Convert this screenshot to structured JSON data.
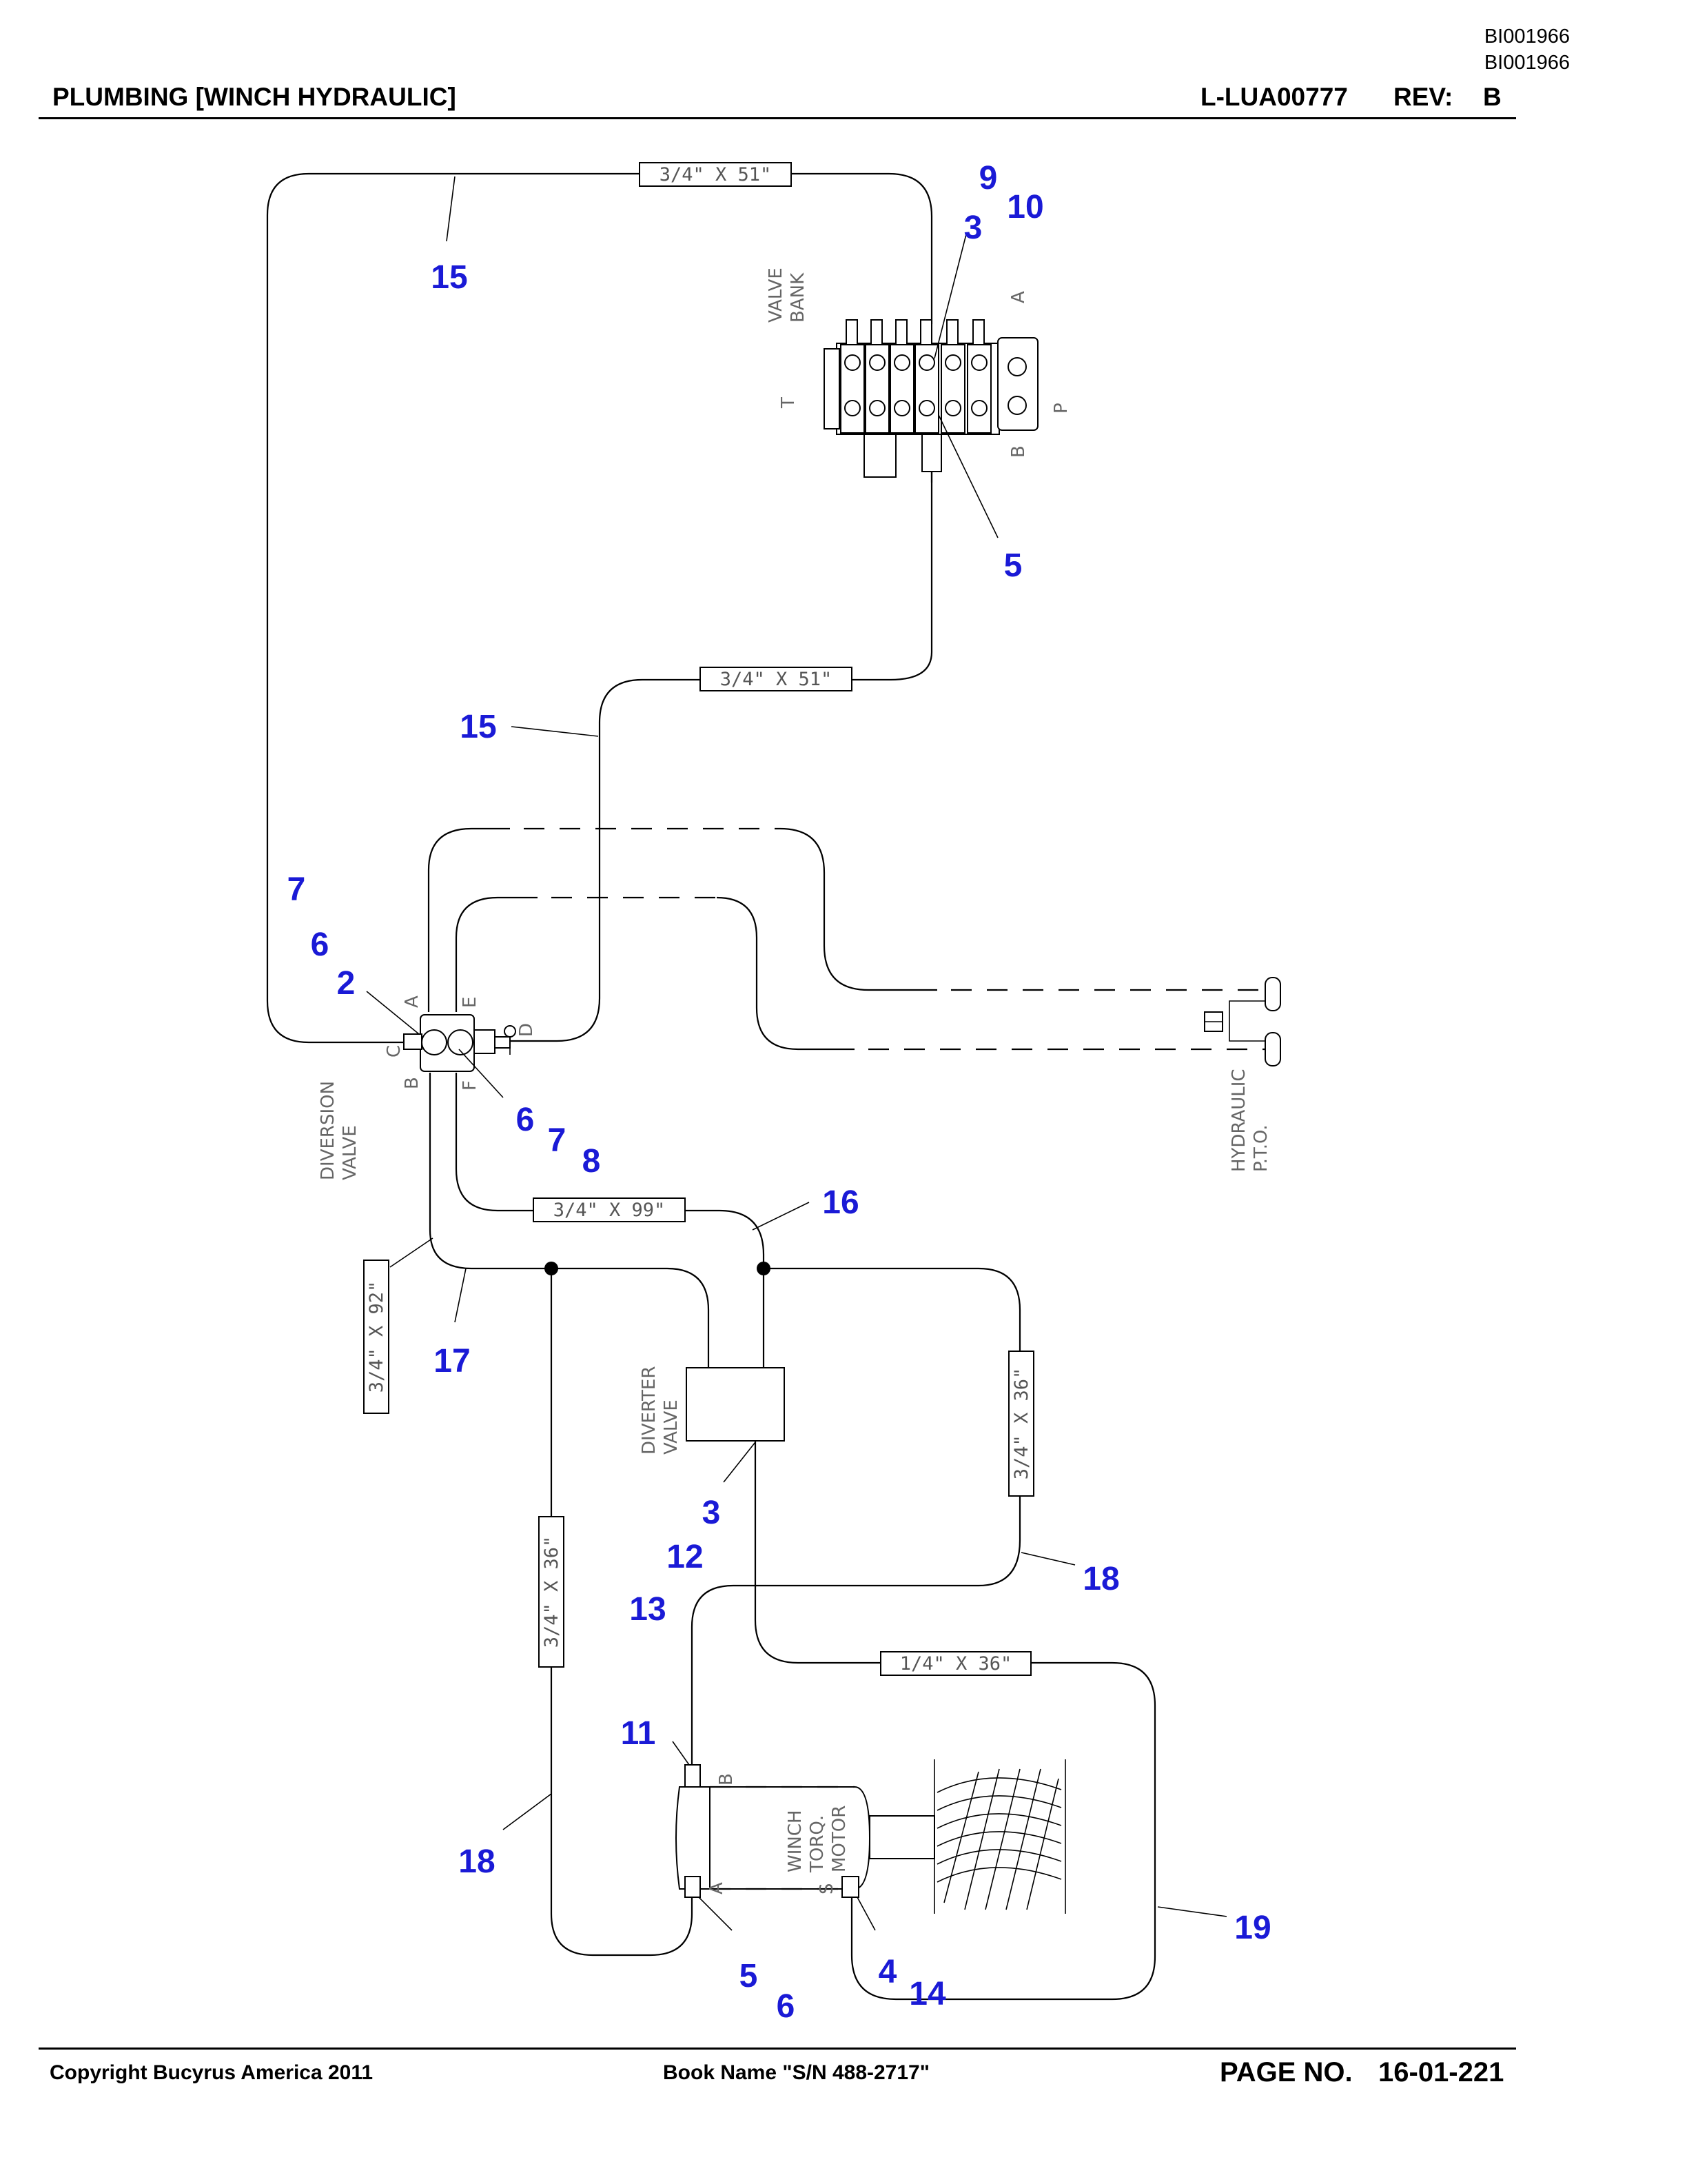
{
  "header": {
    "doc_ids": [
      "BI001966",
      "BI001966"
    ],
    "title": "PLUMBING [WINCH HYDRAULIC]",
    "drawing_no": "L-LUA00777",
    "rev_label": "REV:",
    "rev_value": "B"
  },
  "footer": {
    "copyright": "Copyright Bucyrus America 2011",
    "book_name": "Book Name \"S/N 488-2717\"",
    "page_label": "PAGE NO.",
    "page_value": "16-01-221"
  },
  "hoses": {
    "h1": "3/4\" X 51\"",
    "h2": "3/4\" X 51\"",
    "h3": "3/4\" X 99\"",
    "h4": "3/4\" X 92\"",
    "h5": "3/4\" X 36\"",
    "h6": "3/4\" X 36\"",
    "h7": "1/4\" X 36\""
  },
  "components": {
    "valve_bank_1": "VALVE",
    "valve_bank_2": "BANK",
    "diversion_1": "DIVERSION",
    "diversion_2": "VALVE",
    "diverter_1": "DIVERTER",
    "diverter_2": "VALVE",
    "pto_1": "HYDRAULIC",
    "pto_2": "P.T.O.",
    "motor_1": "WINCH",
    "motor_2": "TORQ.",
    "motor_3": "MOTOR"
  },
  "ports": {
    "vb_a": "A",
    "vb_t": "T",
    "vb_p": "P",
    "vb_b": "B",
    "dv_a": "A",
    "dv_e": "E",
    "dv_c": "C",
    "dv_b": "B",
    "dv_d": "D",
    "dv_f": "F",
    "wm_b": "B",
    "wm_a": "A",
    "wm_s": "S"
  },
  "callouts": {
    "c9": "9",
    "c10": "10",
    "c3a": "3",
    "c15a": "15",
    "c5a": "5",
    "c15b": "15",
    "c7a": "7",
    "c6a": "6",
    "c2": "2",
    "c6b": "6",
    "c7b": "7",
    "c8": "8",
    "c16": "16",
    "c17": "17",
    "c3b": "3",
    "c12": "12",
    "c13": "13",
    "c18a": "18",
    "c11": "11",
    "c18b": "18",
    "c19": "19",
    "c5b": "5",
    "c6c": "6",
    "c4": "4",
    "c14": "14"
  }
}
